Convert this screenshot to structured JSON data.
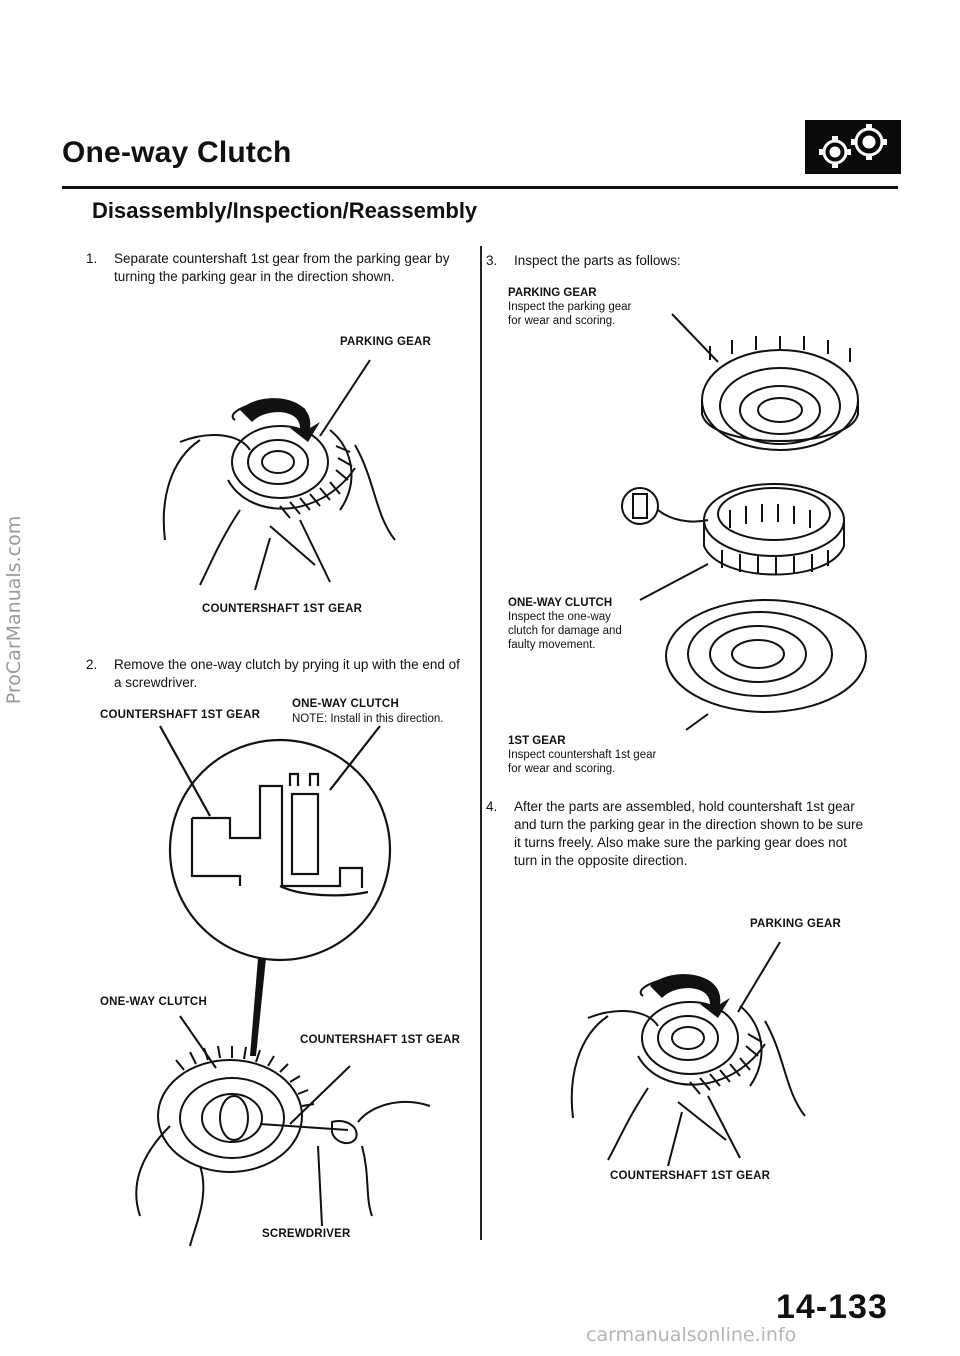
{
  "header": {
    "title": "One-way Clutch",
    "subtitle": "Disassembly/Inspection/Reassembly",
    "icon": "gears-icon"
  },
  "steps": [
    {
      "num": "1.",
      "text": "Separate countershaft 1st gear from the parking gear by turning the parking gear in the direction shown."
    },
    {
      "num": "2.",
      "text": "Remove the one-way clutch by prying it up with the end of a screwdriver."
    },
    {
      "num": "3.",
      "text": "Inspect the parts as follows:"
    },
    {
      "num": "4.",
      "text": "After the parts are assembled, hold countershaft 1st gear and turn the parking gear in the direction shown to be sure it turns freely. Also make sure the parking gear does not turn in the opposite direction."
    }
  ],
  "fig1": {
    "parking_gear": "PARKING GEAR",
    "countershaft": "COUNTERSHAFT 1ST GEAR"
  },
  "fig2": {
    "countershaft_top": "COUNTERSHAFT 1ST GEAR",
    "oneway_top": "ONE-WAY CLUTCH",
    "note": "NOTE: Install in this direction.",
    "oneway_bottom": "ONE-WAY CLUTCH",
    "countershaft_bottom": "COUNTERSHAFT 1ST GEAR",
    "screwdriver": "SCREWDRIVER"
  },
  "fig3": {
    "parking_head": "PARKING GEAR",
    "parking_desc": [
      "Inspect the parking gear",
      "for wear and scoring."
    ],
    "oneway_head": "ONE-WAY CLUTCH",
    "oneway_desc": [
      "Inspect the one-way",
      "clutch for damage and",
      "faulty movement."
    ],
    "first_head": "1ST GEAR",
    "first_desc": [
      "Inspect countershaft 1st gear",
      "for wear and scoring."
    ]
  },
  "fig4": {
    "parking_gear": "PARKING GEAR",
    "countershaft": "COUNTERSHAFT 1ST GEAR"
  },
  "footer": {
    "page_number": "14-133"
  },
  "watermarks": {
    "left": "ProCarManuals.com",
    "bottom": "carmanualsonline.info"
  }
}
